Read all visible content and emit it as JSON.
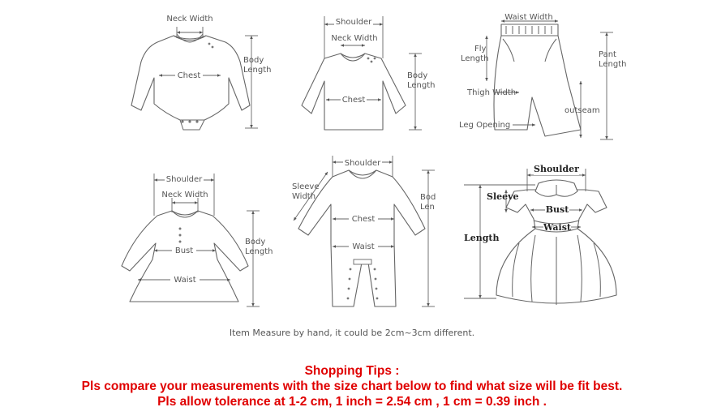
{
  "diagrams": {
    "bodysuit": {
      "neck_width": "Neck Width",
      "chest": "Chest",
      "body_length": [
        "Body",
        "Length"
      ]
    },
    "tshirt": {
      "shoulder": "Shoulder",
      "neck_width": "Neck Width",
      "chest": "Chest",
      "body_length": [
        "Body",
        "Length"
      ]
    },
    "pants": {
      "waist_width": "Waist Width",
      "fly_length": [
        "Fly",
        "Length"
      ],
      "pant_length": [
        "Pant",
        "Length"
      ],
      "thigh_width": "Thigh Width",
      "outseam": "outseam",
      "leg_opening": "Leg Opening"
    },
    "tunic": {
      "shoulder": "Shoulder",
      "neck_width": "Neck Width",
      "bust": "Bust",
      "waist": "Waist",
      "body_length": [
        "Body",
        "Length"
      ]
    },
    "romper": {
      "shoulder": "Shoulder",
      "sleeve_width": [
        "Sleeve",
        "Width"
      ],
      "chest": "Chest",
      "waist": "Waist",
      "body_length": [
        "Bod",
        "Len"
      ]
    },
    "dress": {
      "shoulder": "Shoulder",
      "sleeve": "Sleeve",
      "bust": "Bust",
      "waist": "Waist",
      "length": "Length"
    }
  },
  "measure_note": "Item Measure by hand, it could be 2cm~3cm different.",
  "tips": {
    "title": "Shopping Tips :",
    "line1": "Pls compare your measurements with the size chart below to find what size will be fit best.",
    "line2": "Pls allow tolerance at 1-2 cm, 1 inch = 2.54 cm , 1 cm = 0.39 inch ."
  }
}
